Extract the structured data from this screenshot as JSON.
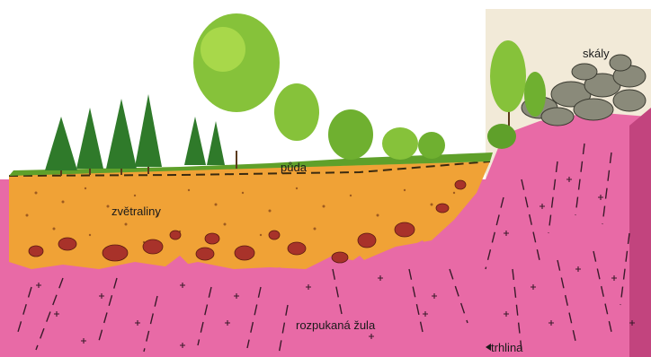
{
  "labels": {
    "rocks": "skály",
    "soil": "půda",
    "weathered": "zvětraliny",
    "granite": "rozpukaná žula",
    "crack": "trhlina"
  },
  "colors": {
    "background": "#ffffff",
    "sky_right": "#f2ead8",
    "granite": "#e86aa6",
    "granite_dark": "#b8326f",
    "weathered": "#f0a236",
    "soil_line": "#3a2a10",
    "boulder": "#a8322a",
    "tree_dark": "#2f7a2a",
    "tree_light": "#86c23a",
    "grass": "#5fa02a",
    "rock_gray": "#8a8a7a"
  }
}
